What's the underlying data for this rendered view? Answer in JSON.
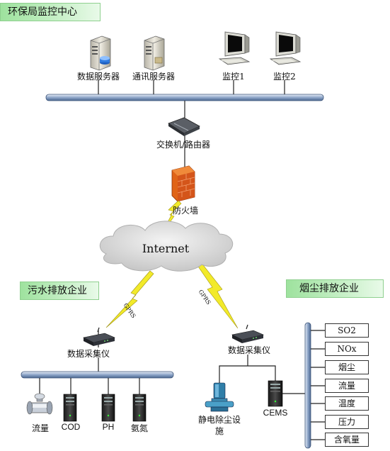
{
  "zones": {
    "center_title": "环保局监控中心",
    "wastewater_title": "污水排放企业",
    "dust_title": "烟尘排放企业"
  },
  "center_nodes": {
    "data_server": "数据服务器",
    "comm_server": "通讯服务器",
    "monitor1": "监控1",
    "monitor2": "监控2"
  },
  "network": {
    "switch_router": "交换机/路由器",
    "firewall": "防火墙",
    "internet": "Internet",
    "gprs_left": "GPRS",
    "gprs_right": "GPRS"
  },
  "wastewater_nodes": {
    "collector": "数据采集仪",
    "flow": "流量",
    "cod": "COD",
    "ph": "PH",
    "ammonia": "氨氮"
  },
  "dust_nodes": {
    "collector": "数据采集仪",
    "esp": "静电除尘设施",
    "cems": "CEMS",
    "params": [
      "SO2",
      "NOx",
      "烟尘",
      "流量",
      "温度",
      "压力",
      "含氧量"
    ]
  }
}
